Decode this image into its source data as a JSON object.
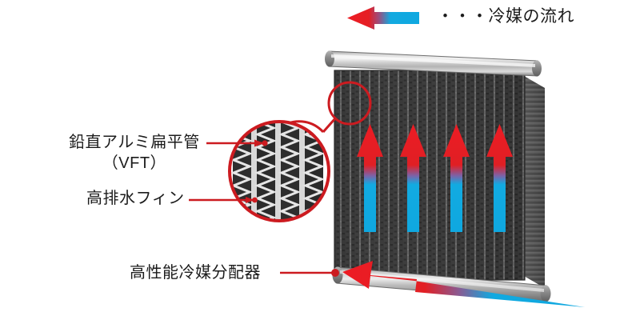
{
  "diagram": {
    "title_text": "",
    "legend": {
      "icon": "left-arrow-gradient",
      "text": "・・・冷媒の流れ"
    },
    "labels": {
      "vertical_flat_tube_line1": "鉛直アルミ扁平管",
      "vertical_flat_tube_line2": "（VFT）",
      "high_drainage_fin": "高排水フィン",
      "distributor": "高性能冷媒分配器"
    },
    "flow_arrows": {
      "count": 4,
      "direction": "up",
      "start_color": "#0fa8e0",
      "end_color": "#ed1c24",
      "description": "refrigerant rising and evaporating"
    },
    "inlet_arrow": {
      "direction": "left",
      "start_color": "#0fa8e0",
      "end_color": "#ed1c24"
    },
    "colors": {
      "accent_red": "#cc1b20",
      "arrow_red": "#ed1c24",
      "arrow_blue": "#0fa8e0",
      "core_dark": "#4a4a4a",
      "core_darker": "#2c2c2c",
      "manifold_light": "#e2e2e2",
      "manifold_mid": "#a8a8a8",
      "manifold_dark": "#6e6e6e",
      "text": "#1c1c1c",
      "background": "#ffffff"
    },
    "callout": {
      "shape": "circle",
      "magnified_part": "flat tubes with corrugated fins",
      "tube_count": 4
    }
  }
}
